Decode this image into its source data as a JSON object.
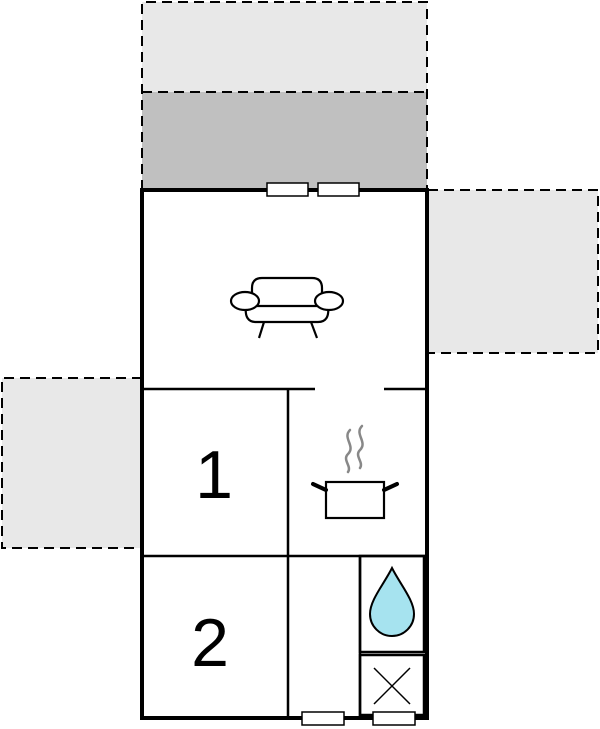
{
  "floorplan": {
    "rooms": [
      {
        "id": "bedroom-1",
        "label": "1"
      },
      {
        "id": "bedroom-2",
        "label": "2"
      }
    ],
    "icons": [
      {
        "room": "living-room",
        "icon": "sofa-icon"
      },
      {
        "room": "kitchen",
        "icon": "cooking-pot-icon"
      },
      {
        "room": "bathroom",
        "icon": "water-drop-icon"
      },
      {
        "room": "utility",
        "icon": "cross-box-icon"
      }
    ],
    "colors": {
      "wall": "#000000",
      "terrace_light": "#e8e8e8",
      "terrace_dark": "#c0c0c0",
      "water": "#a6e3ef",
      "steam": "#888888"
    }
  }
}
